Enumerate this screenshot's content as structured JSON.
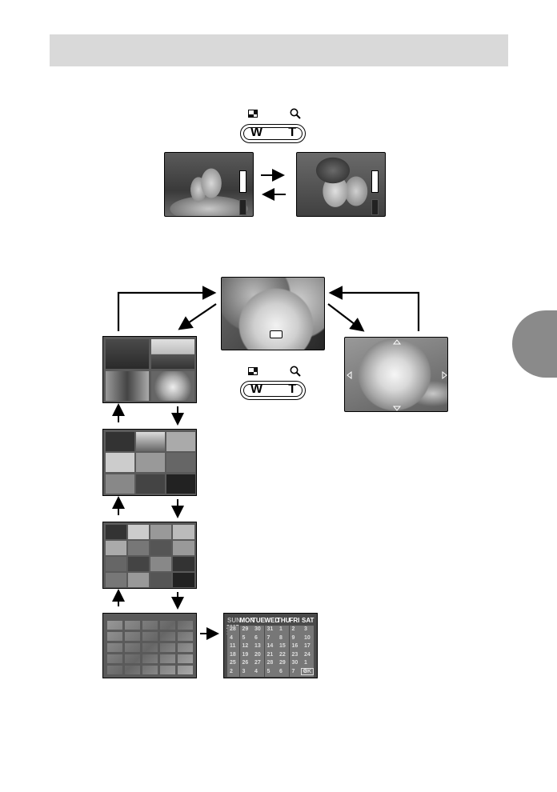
{
  "section": {
    "heading_text": ""
  },
  "zoom_lever_top": {
    "wide_label": "W",
    "tele_label": "T",
    "wide_icon": "index-grid-icon",
    "tele_icon": "magnifier-icon"
  },
  "zoom_lever_bottom": {
    "wide_label": "W",
    "tele_label": "T",
    "wide_icon": "index-grid-icon",
    "tele_icon": "magnifier-icon"
  },
  "calendar": {
    "weekdays": [
      "SUN",
      "MON",
      "TUE",
      "WED",
      "THU",
      "FRI",
      "SAT"
    ],
    "year": "2007",
    "month": "11",
    "weeks": [
      [
        "28",
        "29",
        "30",
        "31",
        "1",
        "2",
        "3"
      ],
      [
        "4",
        "5",
        "6",
        "7",
        "8",
        "9",
        "10"
      ],
      [
        "11",
        "12",
        "13",
        "14",
        "15",
        "16",
        "17"
      ],
      [
        "18",
        "19",
        "20",
        "21",
        "22",
        "23",
        "24"
      ],
      [
        "25",
        "26",
        "27",
        "28",
        "29",
        "30",
        "1"
      ],
      [
        "2",
        "3",
        "4",
        "5",
        "6",
        "7",
        "8"
      ]
    ],
    "ok_hint": "OK"
  },
  "colors": {
    "header_bar": "#d9d9d9",
    "side_tab": "#8a8a8a"
  }
}
